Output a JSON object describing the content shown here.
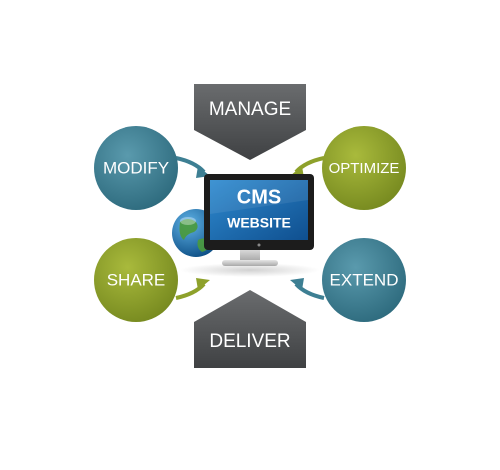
{
  "diagram": {
    "center": {
      "line1": "CMS",
      "line2": "WEBSITE"
    },
    "top_arrow": {
      "label": "MANAGE"
    },
    "bottom_arrow": {
      "label": "DELIVER"
    },
    "nodes": {
      "modify": {
        "label": "MODIFY"
      },
      "optimize": {
        "label": "OPTIMIZE"
      },
      "share": {
        "label": "SHARE"
      },
      "extend": {
        "label": "EXTEND"
      }
    },
    "colors": {
      "teal": "#3d7f93",
      "olive": "#8ea12b",
      "dark_gray": "#545658",
      "screen_blue": "#1d6fb4"
    }
  }
}
